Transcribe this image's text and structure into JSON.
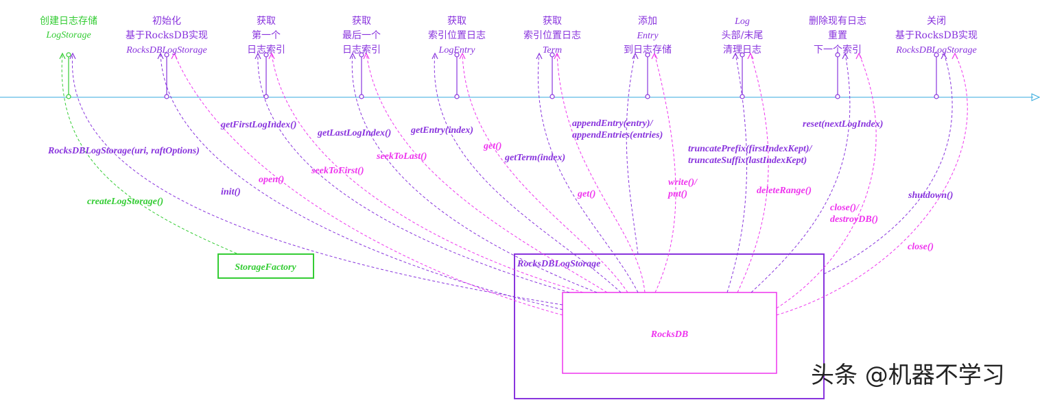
{
  "colors": {
    "green": "#33cc33",
    "purple": "#8833dd",
    "blue": "#3333cc",
    "magenta": "#ee33ee",
    "timeline": "#33aadd",
    "watermark": "#222222"
  },
  "headers": [
    {
      "lines": [
        {
          "text": "创建日志存储",
          "italic": false
        },
        {
          "text": "LogStorage",
          "italic": true
        }
      ],
      "color": "green"
    },
    {
      "lines": [
        {
          "text": "初始化",
          "italic": false
        },
        {
          "text": "基于RocksDB实现",
          "italic": false
        },
        {
          "text": "RocksDBLogStorage",
          "italic": true
        }
      ],
      "color": "purple"
    },
    {
      "lines": [
        {
          "text": "获取",
          "italic": false
        },
        {
          "text": "第一个",
          "italic": false
        },
        {
          "text": "日志索引",
          "italic": false
        }
      ],
      "color": "purple"
    },
    {
      "lines": [
        {
          "text": "获取",
          "italic": false
        },
        {
          "text": "最后一个",
          "italic": false
        },
        {
          "text": "日志索引",
          "italic": false
        }
      ],
      "color": "purple"
    },
    {
      "lines": [
        {
          "text": "获取",
          "italic": false
        },
        {
          "text": "索引位置日志",
          "italic": false
        },
        {
          "text": "LogEntry",
          "italic": true
        }
      ],
      "color": "purple"
    },
    {
      "lines": [
        {
          "text": "获取",
          "italic": false
        },
        {
          "text": "索引位置日志",
          "italic": false
        },
        {
          "text": "Term",
          "italic": true
        }
      ],
      "color": "purple"
    },
    {
      "lines": [
        {
          "text": "添加",
          "italic": false
        },
        {
          "text": "Entry",
          "italic": true
        },
        {
          "text": "到日志存储",
          "italic": false
        }
      ],
      "color": "purple"
    },
    {
      "lines": [
        {
          "text": "Log",
          "italic": true
        },
        {
          "text": "头部/末尾",
          "italic": false
        },
        {
          "text": "清理日志",
          "italic": false
        }
      ],
      "color": "purple"
    },
    {
      "lines": [
        {
          "text": "删除现有日志",
          "italic": false
        },
        {
          "text": "重置",
          "italic": false
        },
        {
          "text": "下一个索引",
          "italic": false
        }
      ],
      "color": "purple"
    },
    {
      "lines": [
        {
          "text": "关闭",
          "italic": false
        },
        {
          "text": "基于RocksDB实现",
          "italic": false
        },
        {
          "text": "RocksDBLogStorage",
          "italic": true
        }
      ],
      "color": "purple"
    }
  ],
  "labels": [
    {
      "lines": [
        "createLogStorage()"
      ],
      "color": "green"
    },
    {
      "lines": [
        "RocksDBLogStorage(uri, raftOptions)"
      ],
      "color": "purple"
    },
    {
      "lines": [
        "init()"
      ],
      "color": "purple"
    },
    {
      "lines": [
        "open()"
      ],
      "color": "magenta"
    },
    {
      "lines": [
        "getFirstLogIndex()"
      ],
      "color": "purple"
    },
    {
      "lines": [
        "seekToFirst()"
      ],
      "color": "magenta"
    },
    {
      "lines": [
        "getLastLogIndex()"
      ],
      "color": "purple"
    },
    {
      "lines": [
        "seekToLast()"
      ],
      "color": "magenta"
    },
    {
      "lines": [
        "getEntry(index)"
      ],
      "color": "purple"
    },
    {
      "lines": [
        "get()"
      ],
      "color": "magenta"
    },
    {
      "lines": [
        "getTerm(index)"
      ],
      "color": "purple"
    },
    {
      "lines": [
        "get()"
      ],
      "color": "magenta"
    },
    {
      "lines": [
        "appendEntry(entry)/",
        "appendEntries(entries)"
      ],
      "color": "purple"
    },
    {
      "lines": [
        "write()/",
        "put()"
      ],
      "color": "magenta"
    },
    {
      "lines": [
        "truncatePrefix(firstIndexKept)/",
        "truncateSuffix(lastIndexKept)"
      ],
      "color": "purple"
    },
    {
      "lines": [
        "deleteRange()"
      ],
      "color": "magenta"
    },
    {
      "lines": [
        "reset(nextLogIndex)"
      ],
      "color": "purple"
    },
    {
      "lines": [
        "close()/",
        "destroyDB()"
      ],
      "color": "magenta"
    },
    {
      "lines": [
        "shutdown()"
      ],
      "color": "purple"
    },
    {
      "lines": [
        "close()"
      ],
      "color": "magenta"
    }
  ],
  "boxes": {
    "factory": {
      "label": "StorageFactory",
      "color": "green"
    },
    "logstorage": {
      "label": "RocksDBLogStorage",
      "color": "purple"
    },
    "rocksdb": {
      "label": "RocksDB",
      "color": "magenta"
    }
  },
  "watermark": "头条 @机器不学习"
}
